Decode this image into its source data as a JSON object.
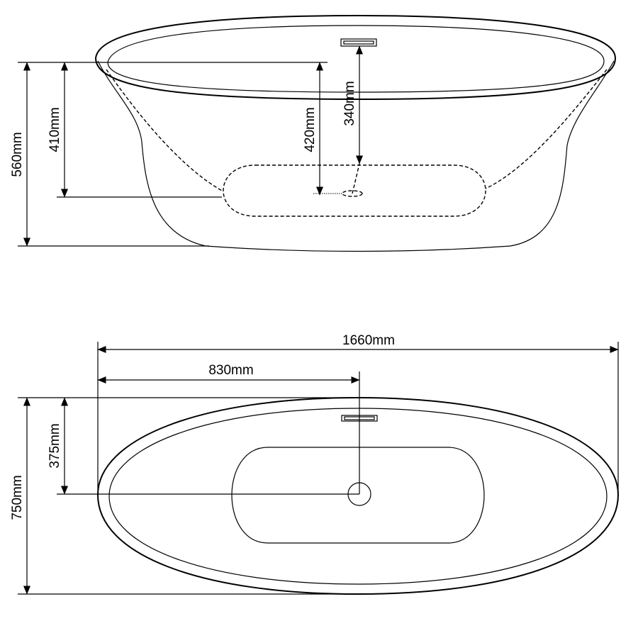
{
  "side_view": {
    "dim_total_height": "560mm",
    "dim_floor_depth": "410mm",
    "dim_inner_depth": "420mm",
    "dim_overflow_depth": "340mm"
  },
  "top_view": {
    "dim_length": "1660mm",
    "dim_drain_offset": "830mm",
    "dim_width": "750mm",
    "dim_drain_half": "375mm"
  },
  "colors": {
    "line": "#000000",
    "background": "#ffffff"
  }
}
